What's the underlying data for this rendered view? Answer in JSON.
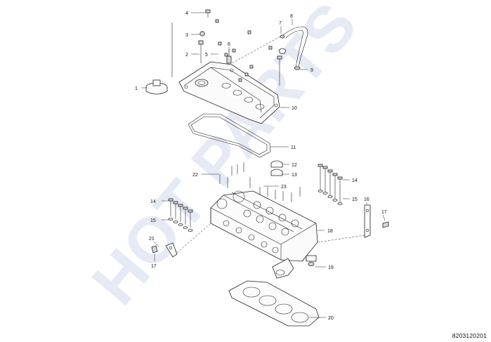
{
  "watermark": {
    "text": "HOT PARTS",
    "color": "#e6eaf5"
  },
  "callouts": [
    {
      "id": "c1",
      "label": "1"
    },
    {
      "id": "c2",
      "label": "2"
    },
    {
      "id": "c3",
      "label": "3"
    },
    {
      "id": "c4",
      "label": "4"
    },
    {
      "id": "c5",
      "label": "5"
    },
    {
      "id": "c6",
      "label": "6"
    },
    {
      "id": "c7",
      "label": "7"
    },
    {
      "id": "c8",
      "label": "8"
    },
    {
      "id": "c9",
      "label": "9"
    },
    {
      "id": "c10",
      "label": "10"
    },
    {
      "id": "c11",
      "label": "11"
    },
    {
      "id": "c12",
      "label": "12"
    },
    {
      "id": "c13",
      "label": "13"
    },
    {
      "id": "c14a",
      "label": "14"
    },
    {
      "id": "c14b",
      "label": "14"
    },
    {
      "id": "c15a",
      "label": "15"
    },
    {
      "id": "c15b",
      "label": "15"
    },
    {
      "id": "c16",
      "label": "16"
    },
    {
      "id": "c17a",
      "label": "17"
    },
    {
      "id": "c17b",
      "label": "17"
    },
    {
      "id": "c18",
      "label": "18"
    },
    {
      "id": "c19",
      "label": "19"
    },
    {
      "id": "c20",
      "label": "20"
    },
    {
      "id": "c21",
      "label": "21"
    },
    {
      "id": "c22",
      "label": "22"
    },
    {
      "id": "c23",
      "label": "23"
    }
  ],
  "document_code": "8203120201"
}
